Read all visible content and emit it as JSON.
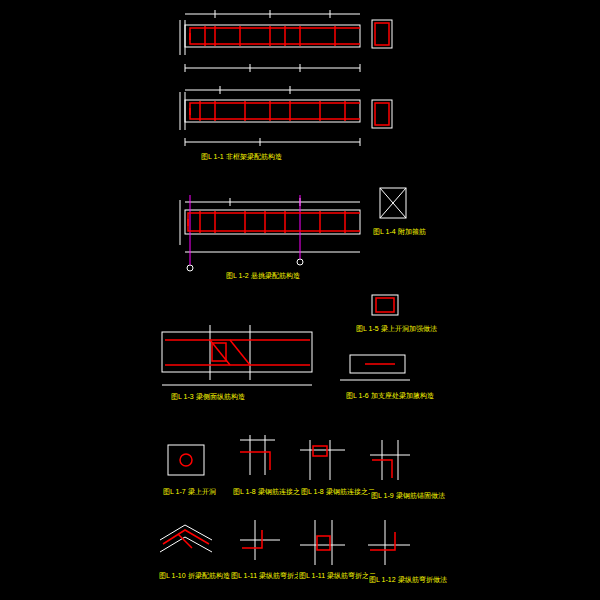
{
  "diagram": {
    "labels": [
      "图L 1-1 非框架梁配筋构造",
      "图L 1-2 悬挑梁配筋构造",
      "图L 1-3 梁侧面纵筋构造",
      "图L 1-4 附加箍筋",
      "图L 1-5 梁上开洞加强做法",
      "图L 1-6 加支座处梁加腋构造",
      "图L 1-7 梁上开洞",
      "图L 1-8 梁钢筋连接之一",
      "图L 1-8 梁钢筋连接之二",
      "图L 1-9 梁钢筋锚固做法",
      "图L 1-10 折梁配筋构造",
      "图L 1-11 梁纵筋弯折之一",
      "图L 1-11 梁纵筋弯折之二",
      "图L 1-12 梁纵筋弯折做法"
    ]
  }
}
